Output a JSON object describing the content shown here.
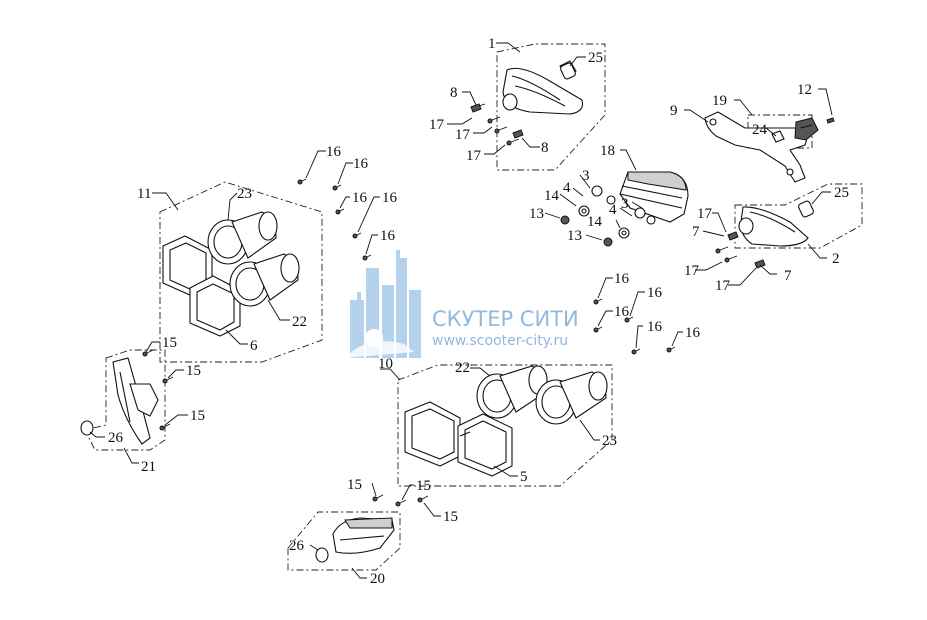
{
  "diagram": {
    "callouts": {
      "c1": "1",
      "c2": "2",
      "c3a": "3",
      "c3b": "3",
      "c4a": "4",
      "c4b": "4",
      "c5": "5",
      "c6": "6",
      "c7a": "7",
      "c7b": "7",
      "c8a": "8",
      "c8b": "8",
      "c9": "9",
      "c10": "10",
      "c11": "11",
      "c12": "12",
      "c13a": "13",
      "c13b": "13",
      "c14a": "14",
      "c14b": "14",
      "c15a": "15",
      "c15b": "15",
      "c15c": "15",
      "c15d": "15",
      "c15e": "15",
      "c15f": "15",
      "c16a": "16",
      "c16b": "16",
      "c16c": "16",
      "c16d": "16",
      "c16e": "16",
      "c16f": "16",
      "c16g": "16",
      "c16h": "16",
      "c16i": "16",
      "c16j": "16",
      "c17a": "17",
      "c17b": "17",
      "c17c": "17",
      "c17d": "17",
      "c17e": "17",
      "c17f": "17",
      "c18": "18",
      "c19": "19",
      "c20": "20",
      "c21": "21",
      "c22a": "22",
      "c22b": "22",
      "c23a": "23",
      "c23b": "23",
      "c24": "24",
      "c25a": "25",
      "c25b": "25",
      "c26a": "26",
      "c26b": "26"
    }
  },
  "watermark": {
    "brand": "СКУТЕР СИТИ",
    "url": "www.scooter-city.ru",
    "color": "#8fb9df"
  }
}
